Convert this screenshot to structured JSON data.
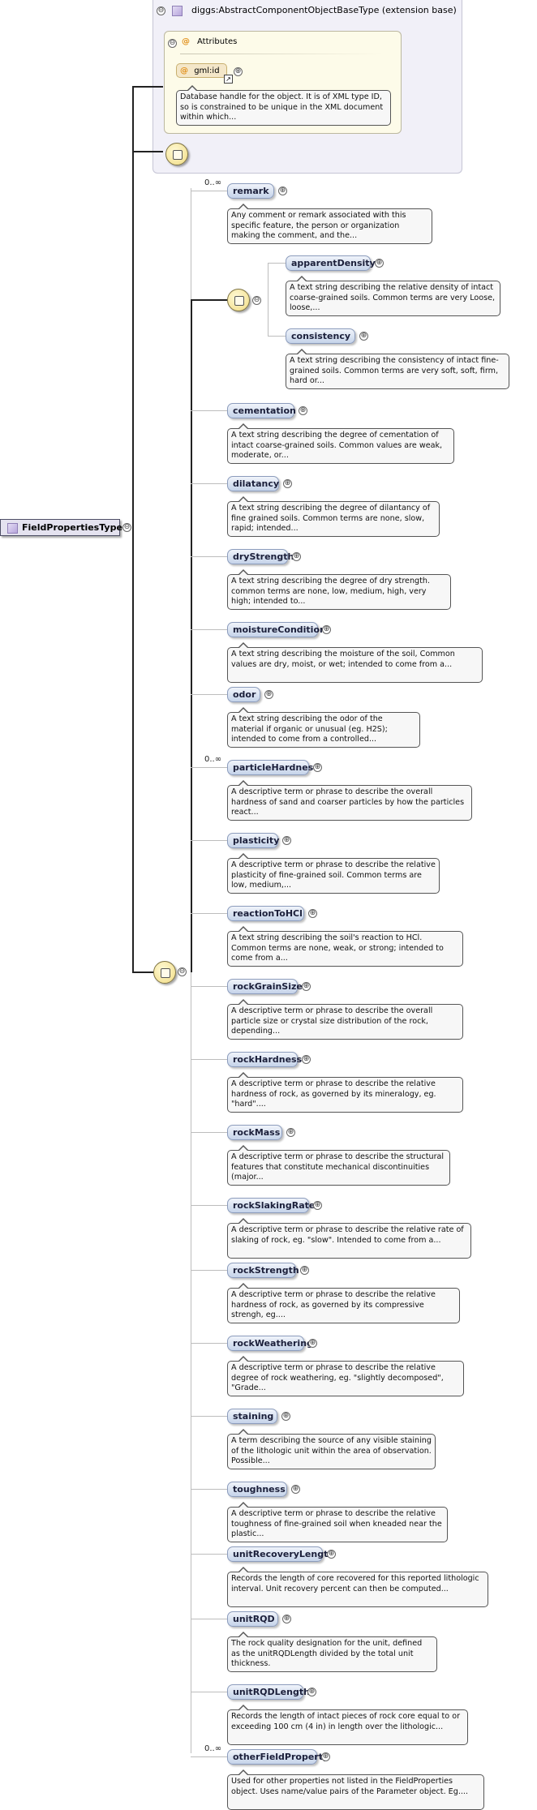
{
  "base_type": {
    "title": "diggs:AbstractComponentObjectBaseType (extension base)"
  },
  "attributes": {
    "header": "Attributes",
    "at_symbol": "@",
    "item_label": "gml:id",
    "item_description": "Database handle for the object. It is of XML type ID, so is constrained to be unique in the XML document within which..."
  },
  "root": {
    "label": "FieldPropertiesType"
  },
  "icons": {
    "toggle_expanded": "⊖",
    "toggle_collapsed": "⊕",
    "link": "↗"
  },
  "choice": {
    "elements": [
      {
        "name": "apparentDensity",
        "desc": "A text string describing the relative density of intact coarse-grained soils. Common terms are very Loose, loose,..."
      },
      {
        "name": "consistency",
        "desc": "A text string describing the consistency of intact fine-grained soils. Common terms are very soft, soft, firm, hard or..."
      }
    ]
  },
  "elements": [
    {
      "name": "remark",
      "card": "0..∞",
      "desc": "Any comment or remark associated with this specific feature, the person or organization making the comment, and the..."
    },
    {
      "name": "cementation",
      "card": "",
      "desc": "A text string describing the degree of cementation of intact coarse-grained soils. Common values are weak, moderate, or..."
    },
    {
      "name": "dilatancy",
      "card": "",
      "desc": "A text string describing the degree of dilantancy of fine grained soils. Common terms are none, slow, rapid; intended..."
    },
    {
      "name": "dryStrength",
      "card": "",
      "desc": "A text string describing the degree of dry strength. common terms are none, low, medium, high, very high; intended to..."
    },
    {
      "name": "moistureCondition",
      "card": "",
      "desc": "A text string describing the moisture of the soil, Common values are dry, moist, or wet; intended to come from a..."
    },
    {
      "name": "odor",
      "card": "",
      "desc": "A text string describing the odor of the material if organic or unusual (eg. H2S); intended to come from a controlled..."
    },
    {
      "name": "particleHardness",
      "card": "0..∞",
      "desc": "A descriptive term or phrase to describe the overall hardness of sand and coarser particles by how the particles react..."
    },
    {
      "name": "plasticity",
      "card": "",
      "desc": "A descriptive term or phrase to describe the relative plasticity of fine-grained soil. Common terms are low, medium,..."
    },
    {
      "name": "reactionToHCl",
      "card": "",
      "desc": "A text string describing the soil's reaction to HCl. Common terms are none, weak, or strong; intended to come from a..."
    },
    {
      "name": "rockGrainSize",
      "card": "",
      "desc": "A descriptive term or phrase to describe the overall particle size or crystal size distribution of the rock, depending..."
    },
    {
      "name": "rockHardness",
      "card": "",
      "desc": "A descriptive term or phrase to describe the relative hardness of rock, as governed by its mineralogy, eg. \"hard\"...."
    },
    {
      "name": "rockMass",
      "card": "",
      "desc": "A descriptive term or phrase to describe the structural features that constitute mechanical discontinuities (major..."
    },
    {
      "name": "rockSlakingRate",
      "card": "",
      "desc": "A descriptive term or phrase to describe the relative rate of slaking of rock, eg. \"slow\". Intended to come from a..."
    },
    {
      "name": "rockStrength",
      "card": "",
      "desc": "A descriptive term or phrase to describe the relative hardness of rock, as governed by its compressive strengh, eg...."
    },
    {
      "name": "rockWeathering",
      "card": "",
      "desc": "A descriptive term or phrase to describe the relative degree of rock weathering, eg. \"slightly decomposed\", \"Grade..."
    },
    {
      "name": "staining",
      "card": "",
      "desc": "A term describing the source of any visible staining of the lithologic unit within the area of observation. Possible..."
    },
    {
      "name": "toughness",
      "card": "",
      "desc": "A descriptive term or phrase to describe the relative toughness of fine-grained soil when kneaded near the plastic..."
    },
    {
      "name": "unitRecoveryLength",
      "card": "",
      "desc": "Records the length of core recovered for this reported lithologic interval. Unit recovery percent can then be computed..."
    },
    {
      "name": "unitRQD",
      "card": "",
      "desc": "The rock quality designation for the unit, defined as the unitRQDLength divided by the total unit thickness."
    },
    {
      "name": "unitRQDLength",
      "card": "",
      "desc": "Records the length of intact pieces of rock core equal to or exceeding 100 cm (4 in) in length over the lithologic..."
    },
    {
      "name": "otherFieldProperty",
      "card": "0..∞",
      "desc": "Used for other properties not listed in the FieldProperties object. Uses name/value pairs of the Parameter object. Eg...."
    }
  ]
}
